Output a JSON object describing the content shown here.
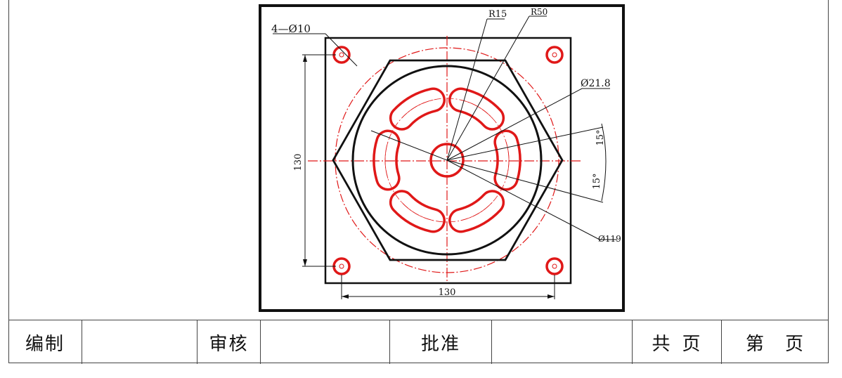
{
  "drawing": {
    "dimensions": {
      "holes_callout": "4—Ø10",
      "r15": "R15",
      "r50": "R50",
      "dia_218": "Ø21.8",
      "angle_top": "15°",
      "angle_bottom": "15°",
      "dia_119": "Ø119",
      "height": "130",
      "width": "130"
    },
    "colors": {
      "profile": "#e01818",
      "centerline": "#e01818",
      "outline": "#111111"
    }
  },
  "title_block": {
    "compile_label": "编制",
    "compile_value": "",
    "review_label": "审核",
    "review_value": "",
    "approve_label": "批准",
    "approve_value": "",
    "total_label_a": "共",
    "total_label_b": "页",
    "page_label_a": "第",
    "page_label_b": "页"
  }
}
